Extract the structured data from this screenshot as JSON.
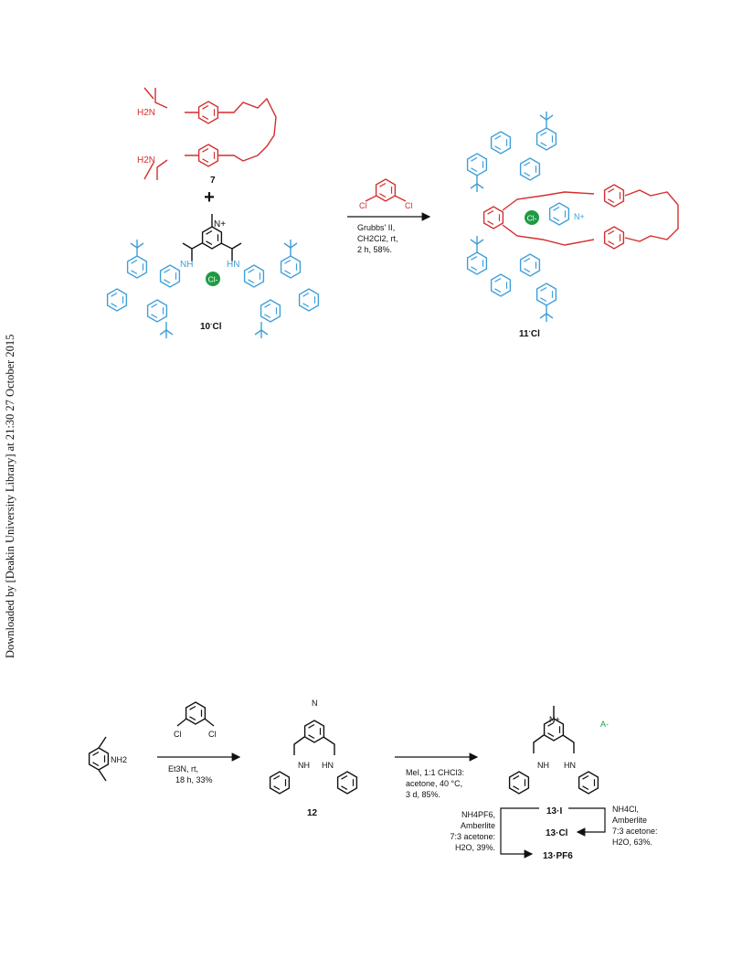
{
  "watermark": "Downloaded by [Deakin University Library] at 21:30 27 October 2015",
  "colors": {
    "red": "#d32f2f",
    "blue": "#3f9fd8",
    "green": "#1f9a44",
    "black": "#111111"
  },
  "scheme1": {
    "reactant_a": {
      "label": "7",
      "amine_top": "H2N",
      "amine_bottom": "H2N"
    },
    "plus": "+",
    "reactant_b": {
      "label": "10·Cl",
      "label_main": "10",
      "label_anion": "Cl",
      "nh_left": "NH",
      "nh_right": "HN",
      "pyridinium": "N+",
      "anion": "Cl-"
    },
    "reagent": {
      "cl_left": "Cl",
      "cl_right": "Cl",
      "conditions": [
        "Grubbs' II,",
        "CH2Cl2, rt,",
        "2 h, 58%."
      ]
    },
    "product": {
      "label": "11·Cl",
      "label_main": "11",
      "label_anion": "Cl",
      "anion": "Cl-",
      "pyridinium": "N+"
    }
  },
  "scheme2": {
    "step1": {
      "reagent_cl": [
        "Cl",
        "Cl"
      ],
      "conditions": [
        "Et3N, rt,",
        "18 h, 33%"
      ]
    },
    "aniline_nh2": "NH2",
    "compound12": {
      "label": "12",
      "n": "N",
      "nh_left": "NH",
      "nh_right": "HN"
    },
    "step2": {
      "conditions": [
        "MeI, 1:1 CHCl3:",
        "acetone, 40 °C,",
        "3 d, 85%."
      ]
    },
    "compound13": {
      "n": "N+",
      "anion": "A-",
      "nh_left": "NH",
      "nh_right": "HN"
    },
    "salts": {
      "iodide": "13·I",
      "chloride": "13·Cl",
      "pf6": "13·PF6"
    },
    "exchange_left": [
      "NH4PF6,",
      "Amberlite",
      "7:3 acetone:",
      "H2O, 39%."
    ],
    "exchange_right": [
      "NH4Cl,",
      "Amberlite",
      "7:3 acetone:",
      "H2O, 63%."
    ]
  }
}
